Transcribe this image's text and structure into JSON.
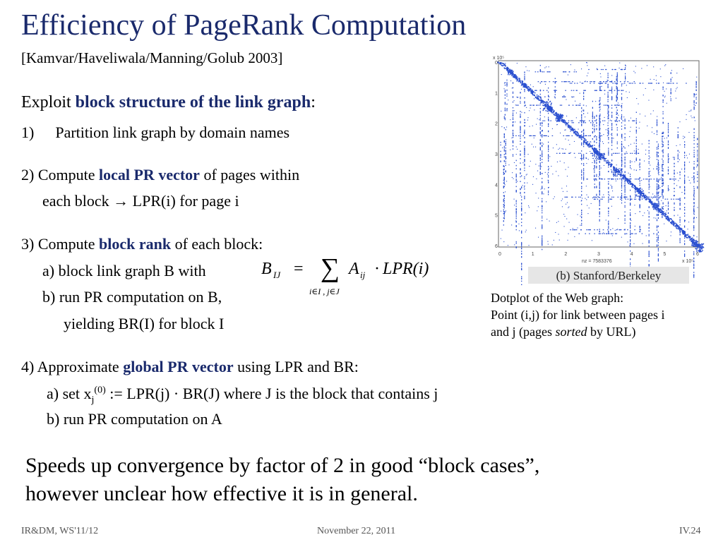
{
  "title": "Efficiency of PageRank Computation",
  "citation": "[Kamvar/Haveliwala/Manning/Golub 2003]",
  "intro": {
    "pre": "Exploit ",
    "bold": "block structure of the link graph",
    "post": ":"
  },
  "step1": {
    "num": "1)",
    "text": "Partition link graph by domain names"
  },
  "step2": {
    "pre": "2) Compute ",
    "bold": "local PR vector",
    "post": " of pages within",
    "line2": "each block → LPR(i) for page i"
  },
  "step3": {
    "pre": "3) Compute ",
    "bold": "block rank",
    "post": " of each block:",
    "a": "a) block link graph B with",
    "b": "b) run PR computation on B,",
    "c": "yielding BR(I) for block I"
  },
  "formula": {
    "lhs": "B",
    "lhs_sub": "IJ",
    "eq": "=",
    "sum": "∑",
    "sum_sub": "i∈I , j∈J",
    "term": "A",
    "term_sub": "ij",
    "dot": "·",
    "rhs": "LPR(i)"
  },
  "step4": {
    "pre": "4) Approximate ",
    "bold": "global PR vector",
    "post": " using LPR and BR:",
    "a_pre": "a) set x",
    "a_sub": "j",
    "a_sup": "(0)",
    "a_post": " := LPR(j) · BR(J) where J is the block that contains j",
    "b": "b) run PR computation on A"
  },
  "conclusion": {
    "line1": "Speeds up convergence by factor of 2 in good “block cases”,",
    "line2": "however unclear how effective it is in general."
  },
  "figure": {
    "label": "(b) Stanford/Berkeley",
    "x_exp": "x 10⁵",
    "y_exp": "x 10⁵",
    "nz": "nz = 7583376",
    "x_ticks": [
      "0",
      "1",
      "2",
      "3",
      "4",
      "5",
      "6"
    ],
    "y_ticks": [
      "0",
      "1",
      "2",
      "3",
      "4",
      "5",
      "6"
    ]
  },
  "caption": {
    "line1": "Dotplot of the Web graph:",
    "line2": "Point (i,j) for link between pages i",
    "line3_pre": "and j (pages ",
    "line3_em": "sorted",
    "line3_post": " by URL)"
  },
  "footer": {
    "left": "IR&DM, WS'11/12",
    "center": "November 22, 2011",
    "right": "IV.24"
  },
  "colors": {
    "title": "#1a2a6c",
    "highlight": "#1a2a6c",
    "dots": "#2a4fd0"
  }
}
